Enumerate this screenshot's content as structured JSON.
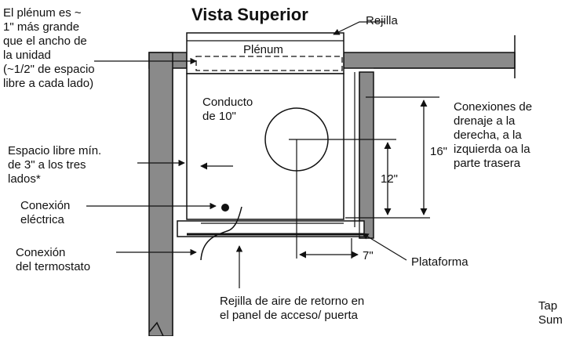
{
  "title": "Vista Superior",
  "labels": {
    "rejilla": "Rejilla",
    "plenum": "Plénum",
    "plenum_note": "El plénum es ~\n1\" más grande\nque el ancho de\nla unidad\n(~1/2\" de espacio\nlibre a cada lado)",
    "conducto": "Conducto\nde 10\"",
    "espacio_libre": "Espacio libre mín.\nde 3\" a los tres\nlados*",
    "conexion_electrica": "Conexión\neléctrica",
    "conexion_termostato": "Conexión\ndel termostato",
    "drenaje": "Conexiones de\ndrenaje a la\nderecha, a la\nizquierda oa la\nparte trasera",
    "dim_16": "16\"",
    "dim_12": "12\"",
    "dim_7": "7\"",
    "plataforma": "Plataforma",
    "rejilla_retorno": "Rejilla de aire de retorno en\nel panel de acceso/ puerta",
    "cut_note": "Tap\nSum"
  },
  "colors": {
    "wall_fill": "#8a8a8a",
    "line": "#111111"
  }
}
